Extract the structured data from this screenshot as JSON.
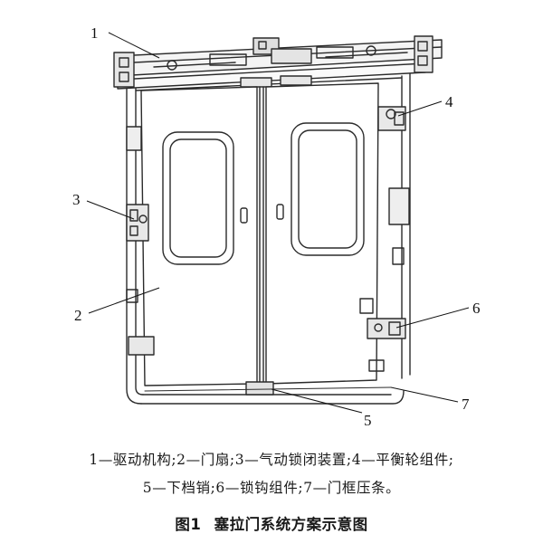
{
  "callouts": [
    "1",
    "2",
    "3",
    "4",
    "5",
    "6",
    "7"
  ],
  "legend": {
    "line1": "1—驱动机构;2—门扇;3—气动锁闭装置;4—平衡轮组件;",
    "line2": "5—下档销;6—锁钩组件;7—门框压条。"
  },
  "caption": {
    "number": "图1",
    "title": "塞拉门系统方案示意图"
  }
}
